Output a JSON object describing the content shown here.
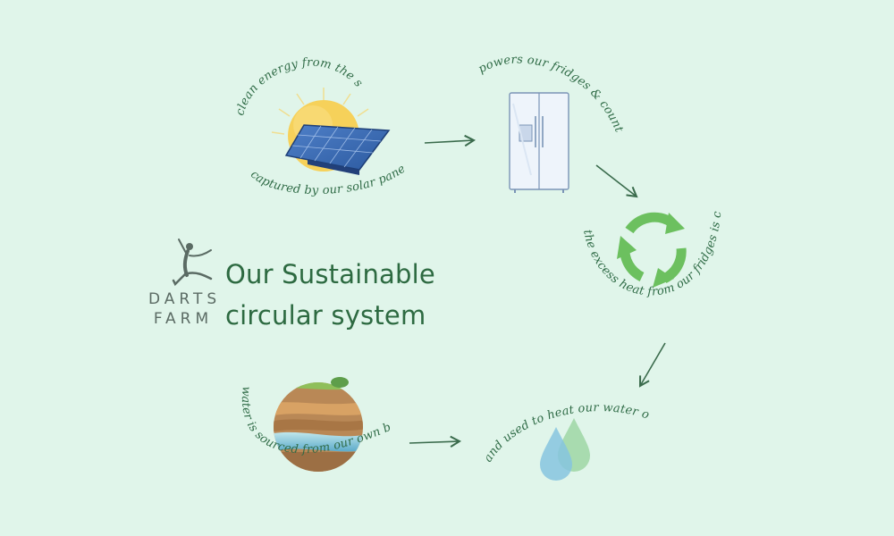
{
  "title": {
    "line1": "Our Sustainable",
    "line2": "circular system"
  },
  "brand": {
    "line1": "DARTS",
    "line2": "FARM"
  },
  "captions": {
    "sun": "clean energy from the sun",
    "solar": "captured by our solar panels",
    "fridges": "powers our fridges & counters",
    "heat": "the excess heat from our fridges is captured",
    "water_heat": "and used to heat our water on site",
    "borehole": "water is sourced from our own borehole"
  },
  "icons": [
    "sun-icon",
    "solar-panel-icon",
    "fridge-icon",
    "recycle-icon",
    "water-drops-icon",
    "soil-layers-icon",
    "dancer-logo-icon"
  ],
  "colors": {
    "background": "#e0f5ea",
    "text_green": "#2d6a41",
    "arrow": "#3a6b4c"
  }
}
